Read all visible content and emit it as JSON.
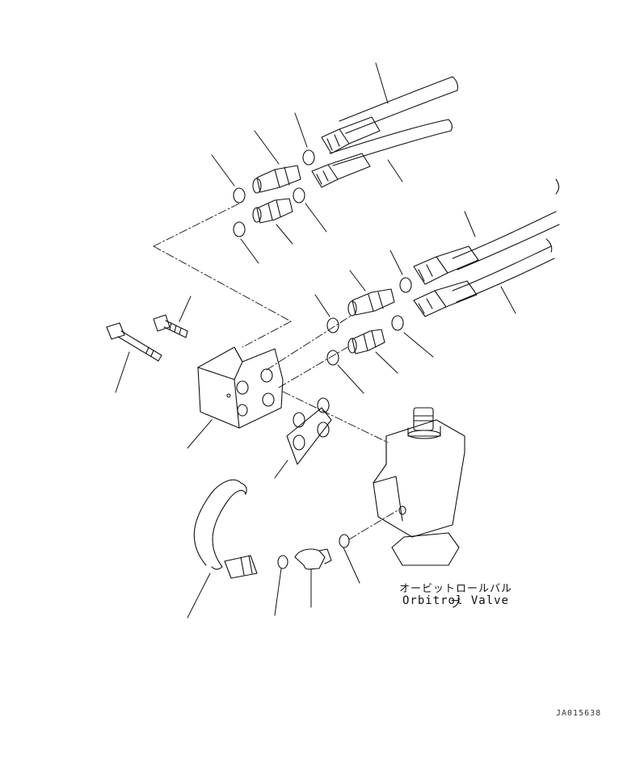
{
  "valve_label": {
    "japanese": "オービットロールバルブ",
    "english": "Orbitrol Valve"
  },
  "drawing_id": "JA015638"
}
